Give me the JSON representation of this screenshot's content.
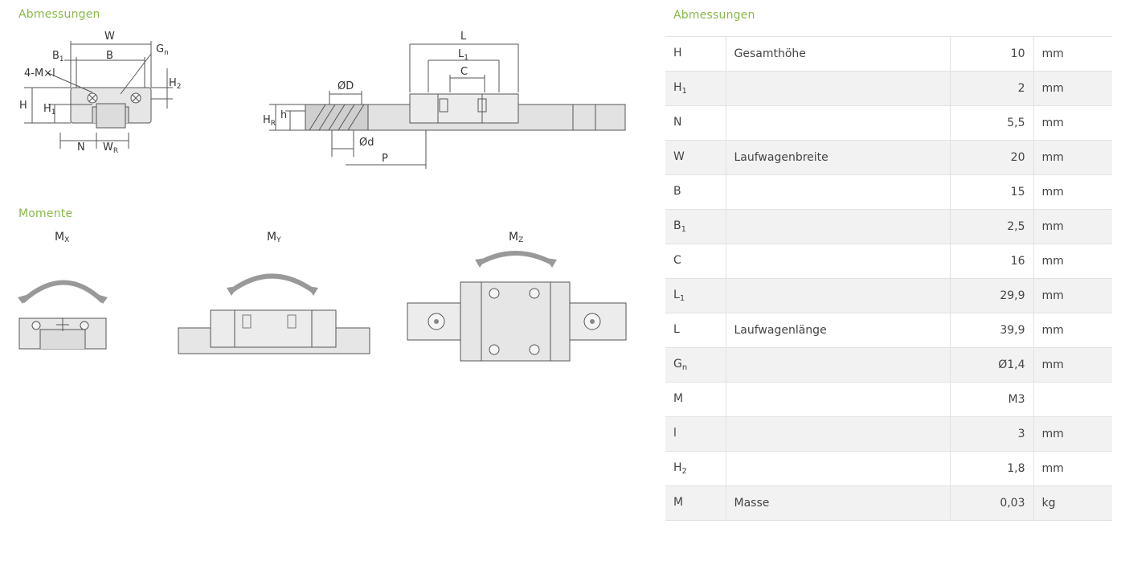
{
  "left": {
    "section_dimensions_title": "Abmessungen",
    "section_moments_title": "Momente",
    "drawing_front_labels": {
      "w": "W",
      "b1": "B",
      "b1_sub": "1",
      "b": "B",
      "gn": "G",
      "gn_sub": "n",
      "m": "4-M×l",
      "h2": "H",
      "h2_sub": "2",
      "h": "H",
      "h1": "H",
      "h1_sub": "1",
      "n": "N",
      "wr": "W",
      "wr_sub": "R"
    },
    "drawing_side_labels": {
      "l": "L",
      "l1": "L",
      "l1_sub": "1",
      "c": "C",
      "od": "ØD",
      "hr": "H",
      "hr_sub": "R",
      "h": "h",
      "d": "Ød",
      "p": "P"
    },
    "moments": [
      {
        "symbol": "M",
        "sub": "X"
      },
      {
        "symbol": "M",
        "sub": "Y"
      },
      {
        "symbol": "M",
        "sub": "Z"
      }
    ]
  },
  "right": {
    "table_title": "Abmessungen",
    "rows": [
      {
        "symbol": "H",
        "sub": "",
        "desc": "Gesamthöhe",
        "value": "10",
        "unit": "mm"
      },
      {
        "symbol": "H",
        "sub": "1",
        "desc": "",
        "value": "2",
        "unit": "mm"
      },
      {
        "symbol": "N",
        "sub": "",
        "desc": "",
        "value": "5,5",
        "unit": "mm"
      },
      {
        "symbol": "W",
        "sub": "",
        "desc": "Laufwagenbreite",
        "value": "20",
        "unit": "mm"
      },
      {
        "symbol": "B",
        "sub": "",
        "desc": "",
        "value": "15",
        "unit": "mm"
      },
      {
        "symbol": "B",
        "sub": "1",
        "desc": "",
        "value": "2,5",
        "unit": "mm"
      },
      {
        "symbol": "C",
        "sub": "",
        "desc": "",
        "value": "16",
        "unit": "mm"
      },
      {
        "symbol": "L",
        "sub": "1",
        "desc": "",
        "value": "29,9",
        "unit": "mm"
      },
      {
        "symbol": "L",
        "sub": "",
        "desc": "Laufwagenlänge",
        "value": "39,9",
        "unit": "mm"
      },
      {
        "symbol": "G",
        "sub": "n",
        "desc": "",
        "value": "Ø1,4",
        "unit": "mm"
      },
      {
        "symbol": "M",
        "sub": "",
        "desc": "",
        "value": "M3",
        "unit": ""
      },
      {
        "symbol": "l",
        "sub": "",
        "desc": "",
        "value": "3",
        "unit": "mm"
      },
      {
        "symbol": "H",
        "sub": "2",
        "desc": "",
        "value": "1,8",
        "unit": "mm"
      },
      {
        "symbol": "M",
        "sub": "",
        "desc": "Masse",
        "value": "0,03",
        "unit": "kg"
      }
    ]
  }
}
